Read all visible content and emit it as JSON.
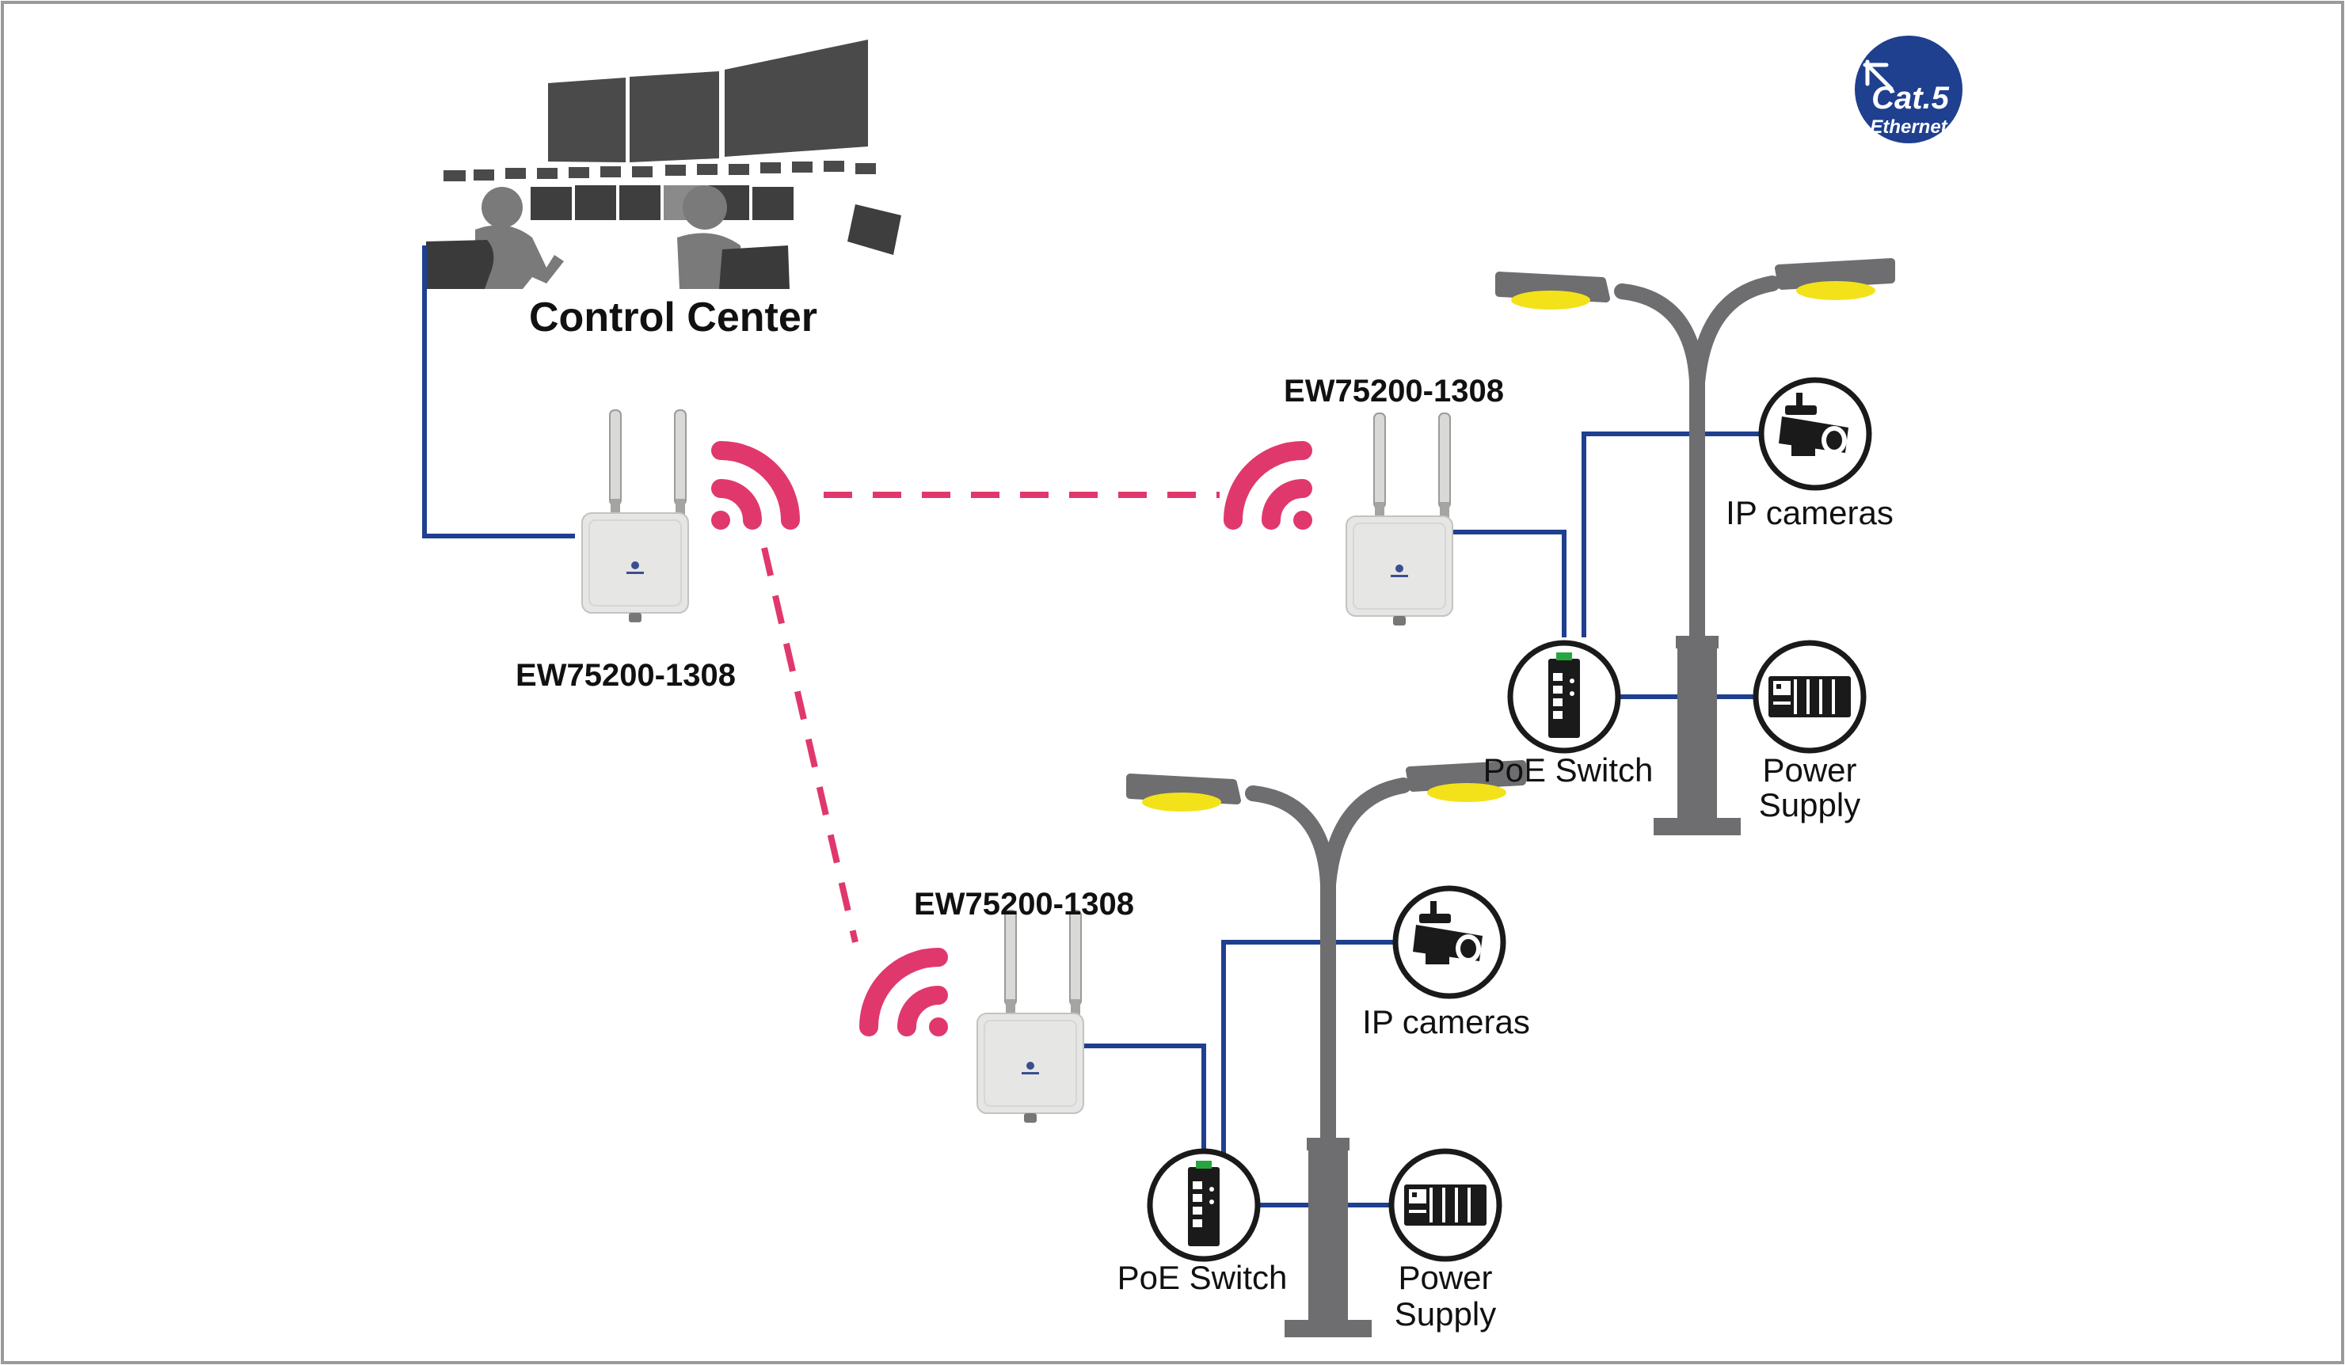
{
  "title": "Control Center",
  "cat5_badge": {
    "line1": "Cat.5",
    "line2": "Ethernet",
    "color": "#1f3f8f"
  },
  "colors": {
    "ethernet": "#1f3f8f",
    "wireless": "#e0386d",
    "pole": "#6e6e70",
    "lamp_light": "#f3e21a",
    "device_body": "#e6e6e4",
    "frame": "#9a9a9a"
  },
  "nodes": {
    "ap_center": {
      "label": "EW75200-1308"
    },
    "ap_remote_1": {
      "label": "EW75200-1308"
    },
    "ap_remote_2": {
      "label": "EW75200-1308"
    }
  },
  "site_1": {
    "camera_label": "IP cameras",
    "switch_label": "PoE Switch",
    "power_label_1": "Power",
    "power_label_2": "Supply"
  },
  "site_2": {
    "camera_label": "IP cameras",
    "switch_label": "PoE Switch",
    "power_label_1": "Power",
    "power_label_2": "Supply"
  },
  "icons": [
    "wifi-icon",
    "camera-icon",
    "poe-switch-icon",
    "power-supply-icon",
    "street-lamp",
    "access-point",
    "cat5-badge"
  ]
}
